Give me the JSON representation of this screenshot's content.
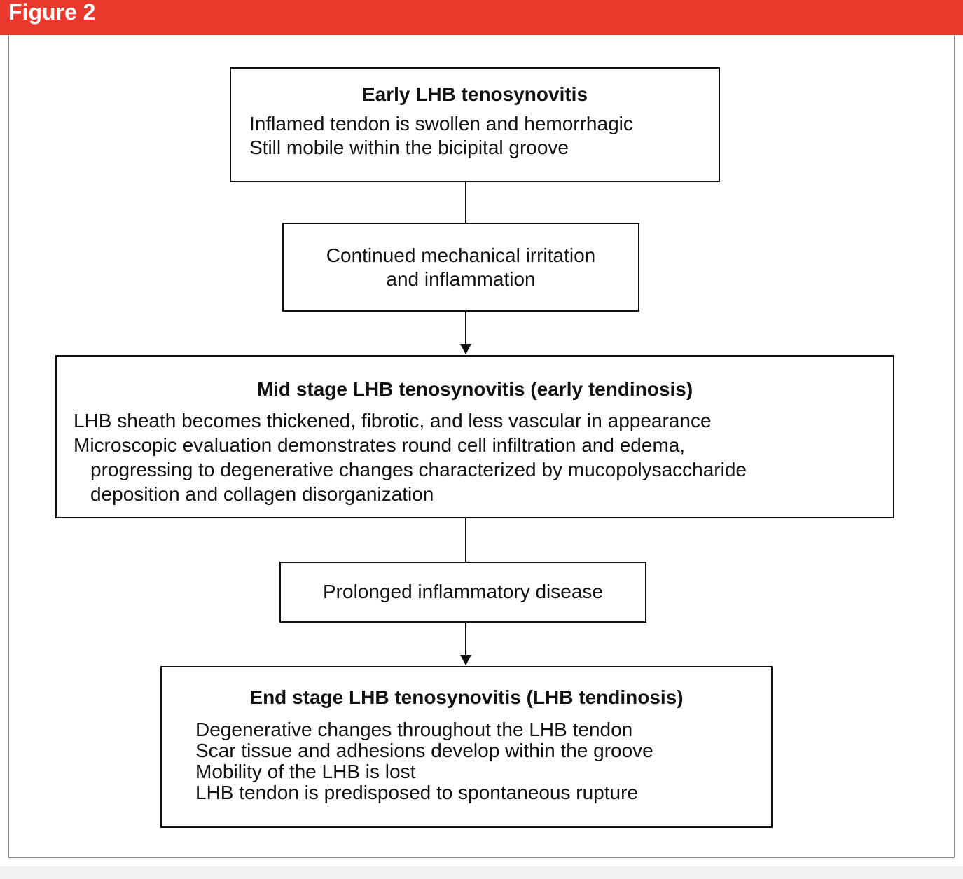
{
  "figure_label": "Figure 2",
  "boxes": {
    "early": {
      "title": "Early LHB tenosynovitis",
      "lines": [
        "Inflamed tendon is swollen and hemorrhagic",
        "Still mobile within the bicipital groove"
      ]
    },
    "transition1": {
      "lines": [
        "Continued mechanical irritation",
        "and inflammation"
      ]
    },
    "mid": {
      "title": "Mid stage LHB tenosynovitis (early tendinosis)",
      "lines": [
        "LHB sheath becomes thickened, fibrotic, and less vascular in appearance",
        "Microscopic evaluation demonstrates round cell infiltration and edema,",
        "progressing to degenerative changes characterized by mucopolysaccharide",
        "deposition and collagen disorganization"
      ]
    },
    "transition2": {
      "lines": [
        "Prolonged inflammatory disease"
      ]
    },
    "end": {
      "title": "End stage LHB tenosynovitis (LHB tendinosis)",
      "lines": [
        "Degenerative changes throughout the LHB tendon",
        "Scar tissue and adhesions develop within the groove",
        "Mobility of the LHB is lost",
        "LHB tendon is predisposed to spontaneous rupture"
      ]
    }
  },
  "colors": {
    "header": "#e8392c",
    "frame": "#8a8a8a",
    "line": "#111111"
  }
}
